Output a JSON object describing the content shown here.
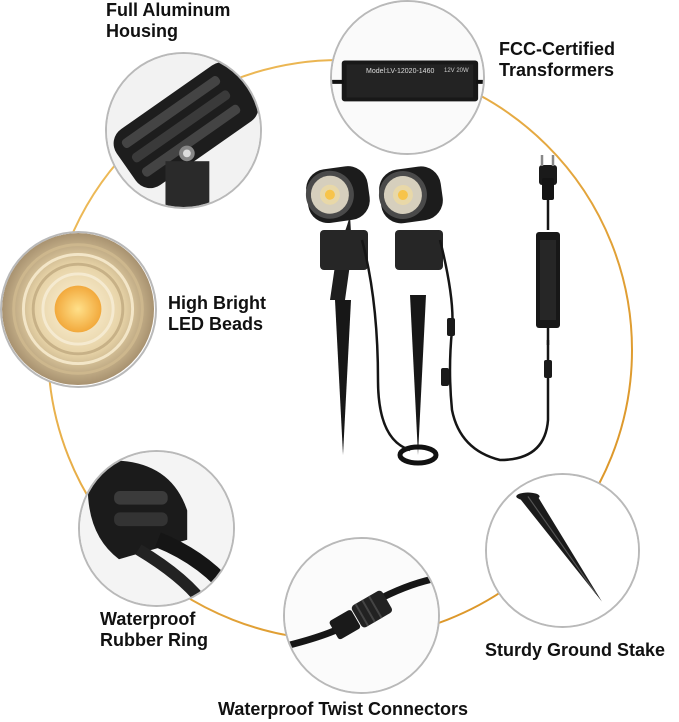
{
  "labels": {
    "aluminum_housing": [
      "Full Aluminum",
      "Housing"
    ],
    "transformer": [
      "FCC-Certified",
      "Transformers"
    ],
    "led_beads": [
      "High Bright",
      "LED Beads"
    ],
    "rubber_ring": [
      "Waterproof",
      "Rubber Ring"
    ],
    "ground_stake": "Sturdy Ground Stake",
    "twist_connectors": "Waterproof Twist Connectors"
  },
  "transformer_printing": {
    "model": "Model:LV-12020-1460",
    "rating": "12V 20W"
  },
  "colors": {
    "ring_arc": "#e0a030",
    "circle_border": "#b9b9b9",
    "product_black": "#1a1a1a",
    "led_glow": "#f7c44a"
  }
}
